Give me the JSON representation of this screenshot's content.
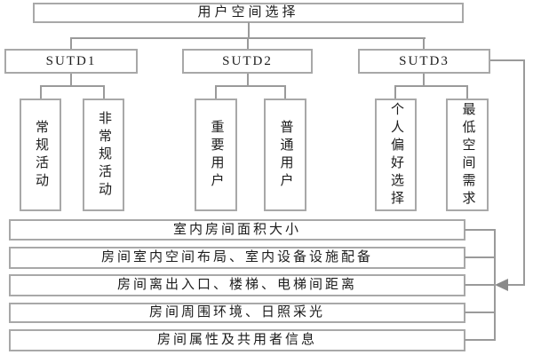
{
  "diagram": {
    "title": "用户空间选择",
    "groups": [
      {
        "label": "SUTD1",
        "children": [
          "常规活动",
          "非常规活动"
        ]
      },
      {
        "label": "SUTD2",
        "children": [
          "重要用户",
          "普通用户"
        ]
      },
      {
        "label": "SUTD3",
        "children": [
          "个人偏好选择",
          "最低空间需求"
        ]
      }
    ],
    "criteria": [
      "室内房间面积大小",
      "房间室内空间布局、室内设备设施配备",
      "房间离出入口、楼梯、电梯间距离",
      "房间周围环境、日照采光",
      "房间属性及共用者信息"
    ],
    "colors": {
      "background": "#ffffff",
      "border": "#a8a8a8",
      "line": "#9a9a9a",
      "arrow": "#8a8a8a",
      "text": "#1c1c1c"
    }
  }
}
